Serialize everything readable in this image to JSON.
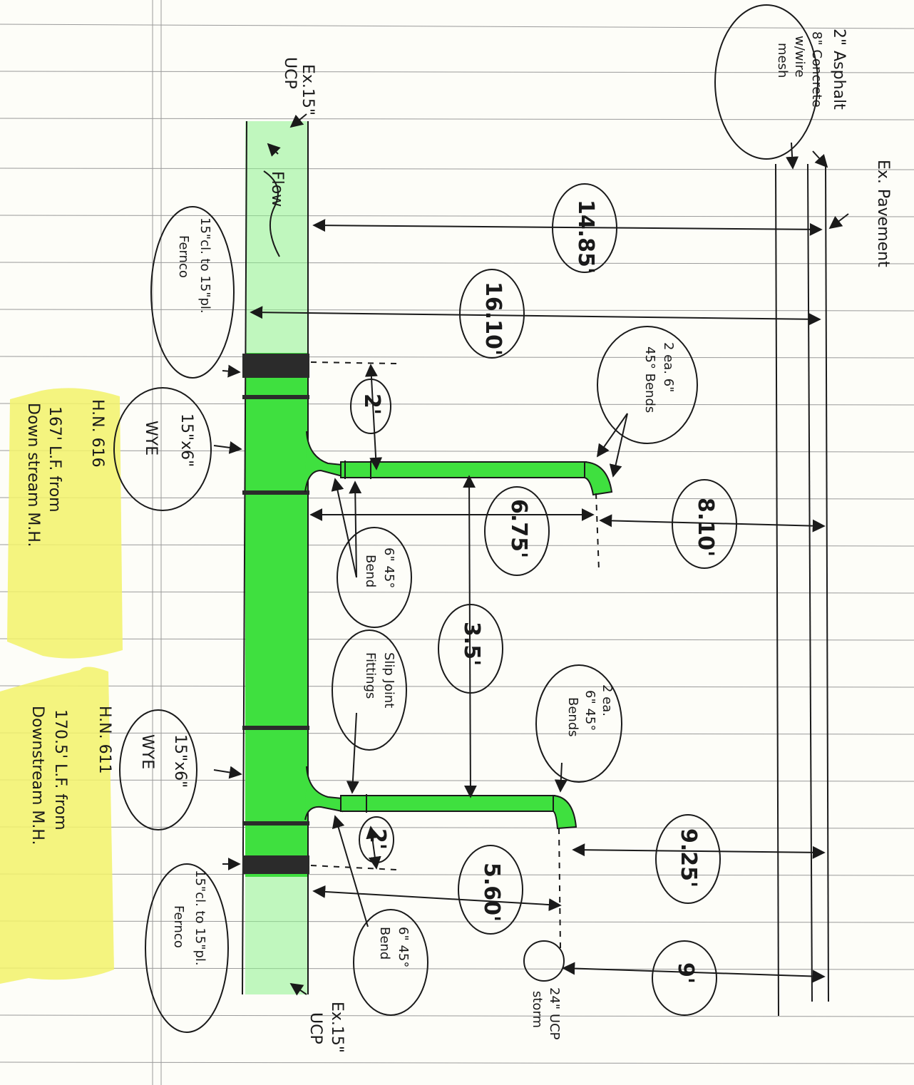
{
  "notes": {
    "ex_ucp_top_size": "Ex.15\"",
    "ex_ucp_top_type": "UCP",
    "ex_ucp_bottom_size": "Ex.15\"",
    "ex_ucp_bottom_type": "UCP",
    "flow": "Flow",
    "pavement_l1": "2\" Asphalt",
    "pavement_l2": "8\" Concrete",
    "pavement_l3": "w/wire",
    "pavement_l4": "mesh",
    "ex_pavement": "Ex. Pavement",
    "fernco_top_l1": "15\"cl. to 15\"pl.",
    "fernco_top_l2": "Fernco",
    "fernco_bottom_l1": "15\"cl. to 15\"pl.",
    "fernco_bottom_l2": "Fernco",
    "wye_top_l1": "15\"x6\"",
    "wye_top_l2": "WYE",
    "wye_bottom_l1": "15\"x6\"",
    "wye_bottom_l2": "WYE",
    "bends_top_l1": "2 ea. 6\"",
    "bends_top_l2": "45° Bends",
    "bends_bottom_l1": "2 ea.",
    "bends_bottom_l2": "6\" 45°",
    "bends_bottom_l3": "Bends",
    "bend_top_l1": "6\" 45°",
    "bend_top_l2": "Bend",
    "bend_bottom_l1": "6\" 45°",
    "bend_bottom_l2": "Bend",
    "slip_l1": "Slip Joint",
    "slip_l2": "Fittings",
    "storm_l1": "24\" UCP",
    "storm_l2": "storm",
    "hn616_l1": "H.N. 616",
    "hn616_l2": "167' L.F. from",
    "hn616_l3": "Down stream M.H.",
    "hn611_l1": "H.N. 611",
    "hn611_l2": "170.5' L.F. from",
    "hn611_l3": "Downstream M.H."
  },
  "dimensions": {
    "d1485": "14.85'",
    "d1610": "16.10'",
    "d2_top": "2'",
    "d675": "6.75'",
    "d810": "8.10'",
    "d35": "3.5'",
    "d925": "9.25'",
    "d2_bottom": "2'",
    "d560": "5.60'",
    "d9": "9'"
  },
  "colors": {
    "pipe_green": "#3fe03f",
    "pipe_light": "#8ef28e",
    "highlight_yellow": "#f2f26a",
    "ink": "#1a1a1a",
    "coupling": "#2b2b2b"
  }
}
